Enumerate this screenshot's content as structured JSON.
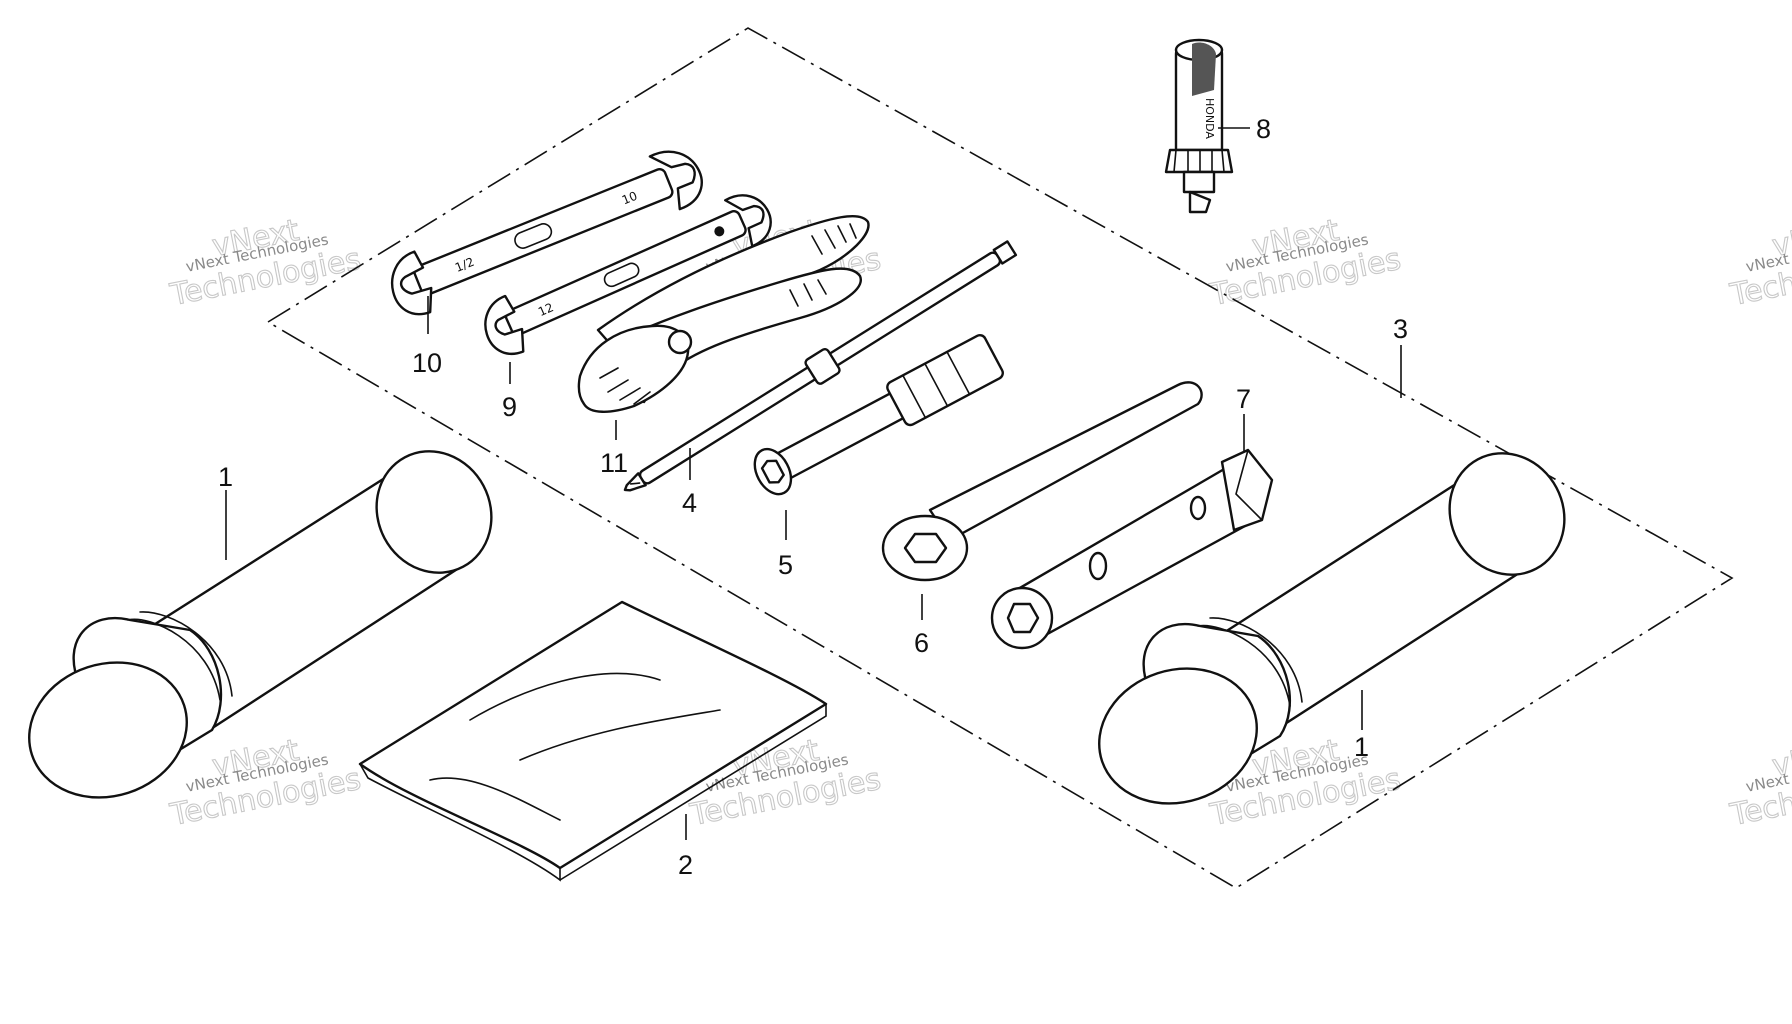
{
  "watermark": {
    "line_small": "vNext Technologies",
    "line_big_1": "vNext",
    "line_big_2": "Technologies"
  },
  "tools": {
    "label": "HONDA"
  },
  "callouts": [
    {
      "id": "1a",
      "text": "1"
    },
    {
      "id": "1b",
      "text": "1"
    },
    {
      "id": "2",
      "text": "2"
    },
    {
      "id": "3",
      "text": "3"
    },
    {
      "id": "4",
      "text": "4"
    },
    {
      "id": "5",
      "text": "5"
    },
    {
      "id": "6",
      "text": "6"
    },
    {
      "id": "7",
      "text": "7"
    },
    {
      "id": "8",
      "text": "8"
    },
    {
      "id": "9",
      "text": "9"
    },
    {
      "id": "10",
      "text": "10"
    },
    {
      "id": "11",
      "text": "11"
    }
  ]
}
